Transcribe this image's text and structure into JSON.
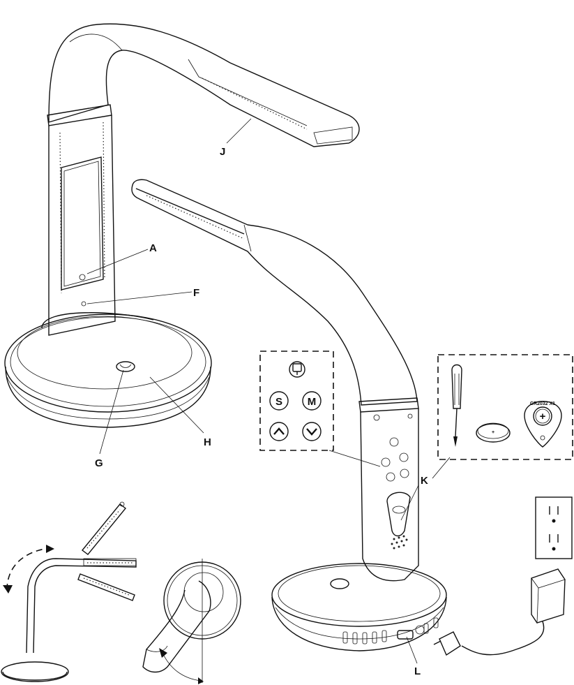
{
  "callouts": {
    "A": "A",
    "F": "F",
    "G": "G",
    "H": "H",
    "J": "J",
    "K": "K",
    "L": "L"
  },
  "control_panel": {
    "mode_icon": "lamp-mode-icon",
    "s_label": "S",
    "m_label": "M",
    "up_icon": "chevron-up-icon",
    "down_icon": "chevron-down-icon"
  },
  "battery_kit": {
    "label": "CR2032 X1",
    "plus": "+"
  },
  "icons": {
    "screwdriver": "screwdriver-icon",
    "coin_cell": "coin-battery-icon",
    "battery_holder": "battery-holder-icon",
    "outlet": "wall-outlet-icon",
    "adapter": "power-adapter-icon"
  }
}
